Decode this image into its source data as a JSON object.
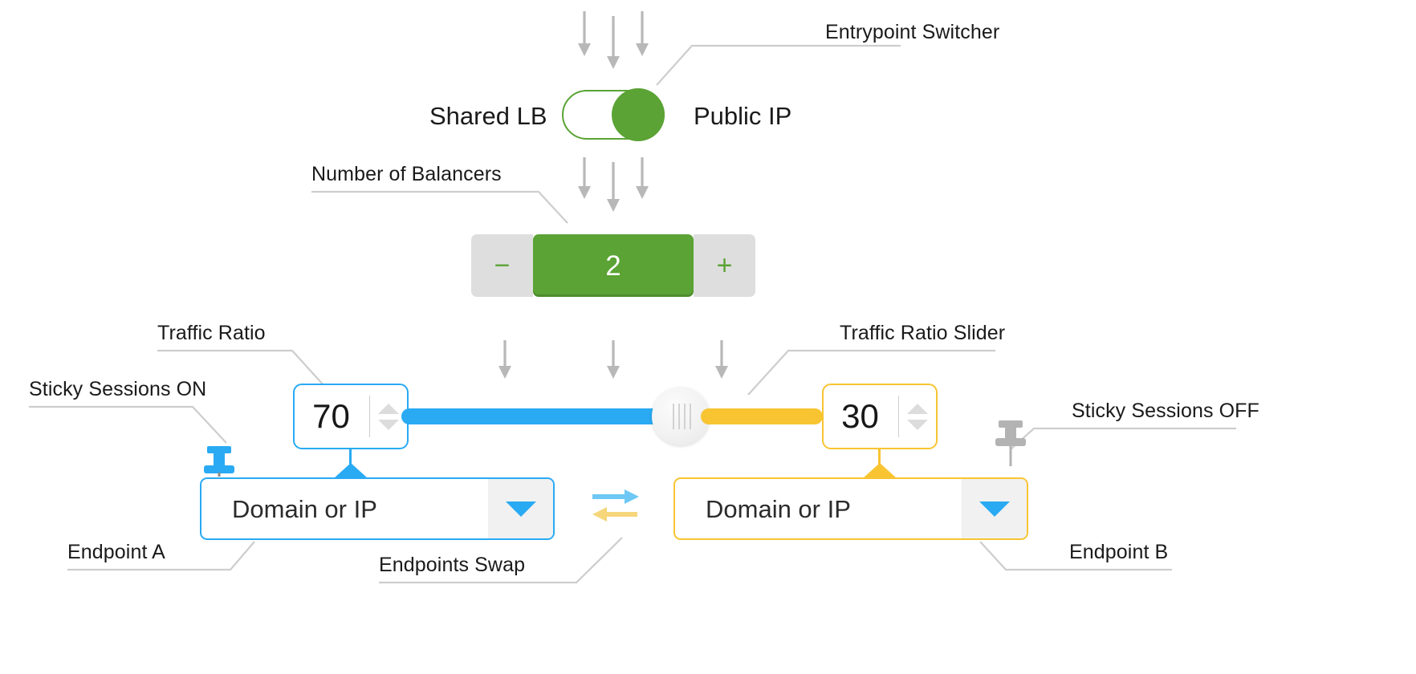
{
  "entrypoint_switcher": {
    "callout_label": "Entrypoint Switcher",
    "left_label": "Shared LB",
    "right_label": "Public IP",
    "state": "on",
    "accent_color": "#5aa334"
  },
  "balancers": {
    "callout_label": "Number of Balancers",
    "decrement_label": "−",
    "increment_label": "+",
    "value": "2",
    "accent_color": "#5aa334",
    "button_bg": "#dedede"
  },
  "traffic_ratio": {
    "callout_label": "Traffic Ratio",
    "slider_callout_label": "Traffic Ratio Slider",
    "left_value": "70",
    "right_value": "30",
    "left_color": "#29aaf3",
    "right_color": "#f8c432",
    "handle_grip_lines": 4
  },
  "sticky_sessions": {
    "left_label": "Sticky Sessions ON",
    "right_label": "Sticky Sessions OFF",
    "left_pin_color": "#29aaf3",
    "right_pin_color": "#b3b3b3"
  },
  "endpoints": {
    "a": {
      "callout_label": "Endpoint A",
      "value": "Domain or IP",
      "border_color": "#29aaf3",
      "caret_color": "#29aaf3"
    },
    "b": {
      "callout_label": "Endpoint B",
      "value": "Domain or IP",
      "border_color": "#f8c432",
      "caret_color": "#29aaf3"
    },
    "swap": {
      "callout_label": "Endpoints Swap",
      "top_arrow_color": "#6dc8f5",
      "bottom_arrow_color": "#f6d67a",
      "top_arrow_direction": "right",
      "bottom_arrow_direction": "left"
    }
  },
  "pointer_arrows": {
    "color": "#b8b8b8",
    "groups": 3,
    "arrows_per_group": 3
  },
  "callout_line_color": "#cdcdcd"
}
